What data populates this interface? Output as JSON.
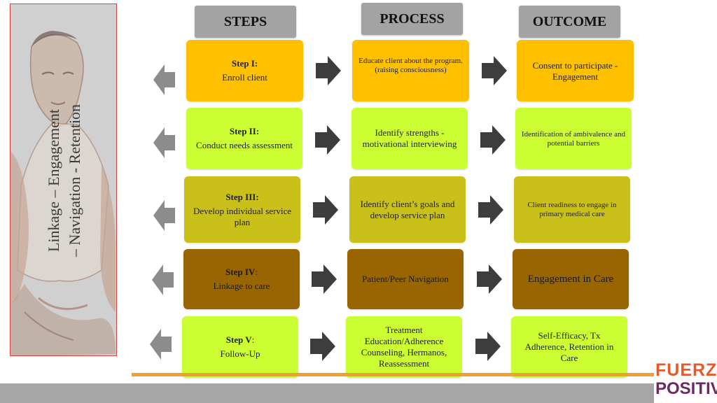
{
  "side_title": {
    "line1": "Linkage – Engagement",
    "line2": "– Navigation - Retention"
  },
  "headers": {
    "steps": "STEPS",
    "process": "PROCESS",
    "outcome": "OUTCOME"
  },
  "rows": [
    {
      "step_label": "Step I:",
      "step_text": "Enroll client",
      "process": "Educate client about the program. (raising consciousness)",
      "outcome": "Consent to participate - Engagement",
      "color": "#ffc000"
    },
    {
      "step_label": "Step II:",
      "step_text": "Conduct needs assessment",
      "process": "Identify strengths - motivational interviewing",
      "outcome": "Identification of ambivalence and potential barriers",
      "color": "#ccff33"
    },
    {
      "step_label": "Step III:",
      "step_text": "Develop individual service plan",
      "process": "Identify client’s goals and develop service plan",
      "outcome": "Client readiness to engage in primary medical care",
      "color": "#c9c01a"
    },
    {
      "step_label": "Step IV",
      "step_label_suffix": ":",
      "step_text": "Linkage to care",
      "process": "Patient/Peer Navigation",
      "outcome": "Engagement in Care",
      "color": "#996500"
    },
    {
      "step_label": "Step V",
      "step_label_suffix": ":",
      "step_text": "Follow-Up",
      "process": "Treatment Education/Adherence Counseling, Hermanos, Reassessment",
      "outcome": "Self-Efficacy, Tx Adherence, Retention in Care",
      "color": "#ccff33"
    }
  ],
  "logo": {
    "line1": "FUERZA",
    "line2": "POSITIVA"
  },
  "colors": {
    "arrow": "#3d3d3d",
    "left_arrow": "#8c8c8c",
    "header_bg": "#a3a3a3",
    "logo_red": "#e8592a",
    "logo_purple": "#6b2a63"
  }
}
